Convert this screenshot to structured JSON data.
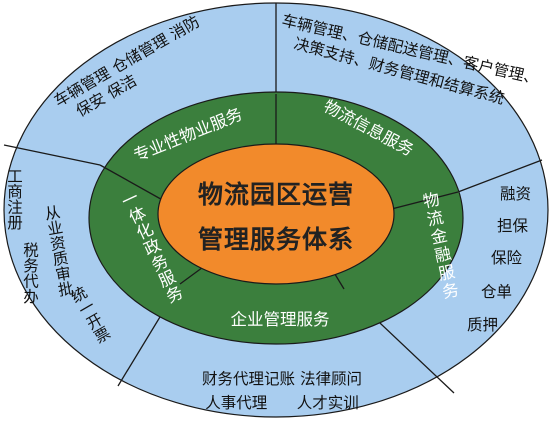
{
  "colors": {
    "outer_fill": "#a9cdef",
    "ring_fill": "#3b7f3d",
    "core_fill": "#f28a2b",
    "line": "#1a1a1a"
  },
  "core": {
    "line1": "物流园区运营",
    "line2": "管理服务体系"
  },
  "ring_segments": {
    "professional_property": "专业性物业服务",
    "logistics_info": "物流信息服务",
    "logistics_finance": "物流金融服务",
    "enterprise_management": "企业管理服务",
    "integrated_government": "一体化政务服务"
  },
  "outer_groups": {
    "top_right": {
      "line1": "车辆管理、仓储配送管理、客户管理、",
      "line2": "决策支持、财务管理和结算系统"
    },
    "top_left": {
      "line1": "车辆管理  仓储管理  消防",
      "line2": "保安  保洁"
    },
    "left": {
      "col1": "工商注册",
      "col2": "税务代办",
      "col3": "从业资质审批",
      "col4": "统一开票"
    },
    "right": {
      "item1": "融资",
      "item2": "担保",
      "item3": "保险",
      "item4": "仓单",
      "item5": "质押"
    },
    "bottom": {
      "line1": "财务代理记账  法律顾问",
      "line2": "人事代理      人才实训"
    }
  }
}
